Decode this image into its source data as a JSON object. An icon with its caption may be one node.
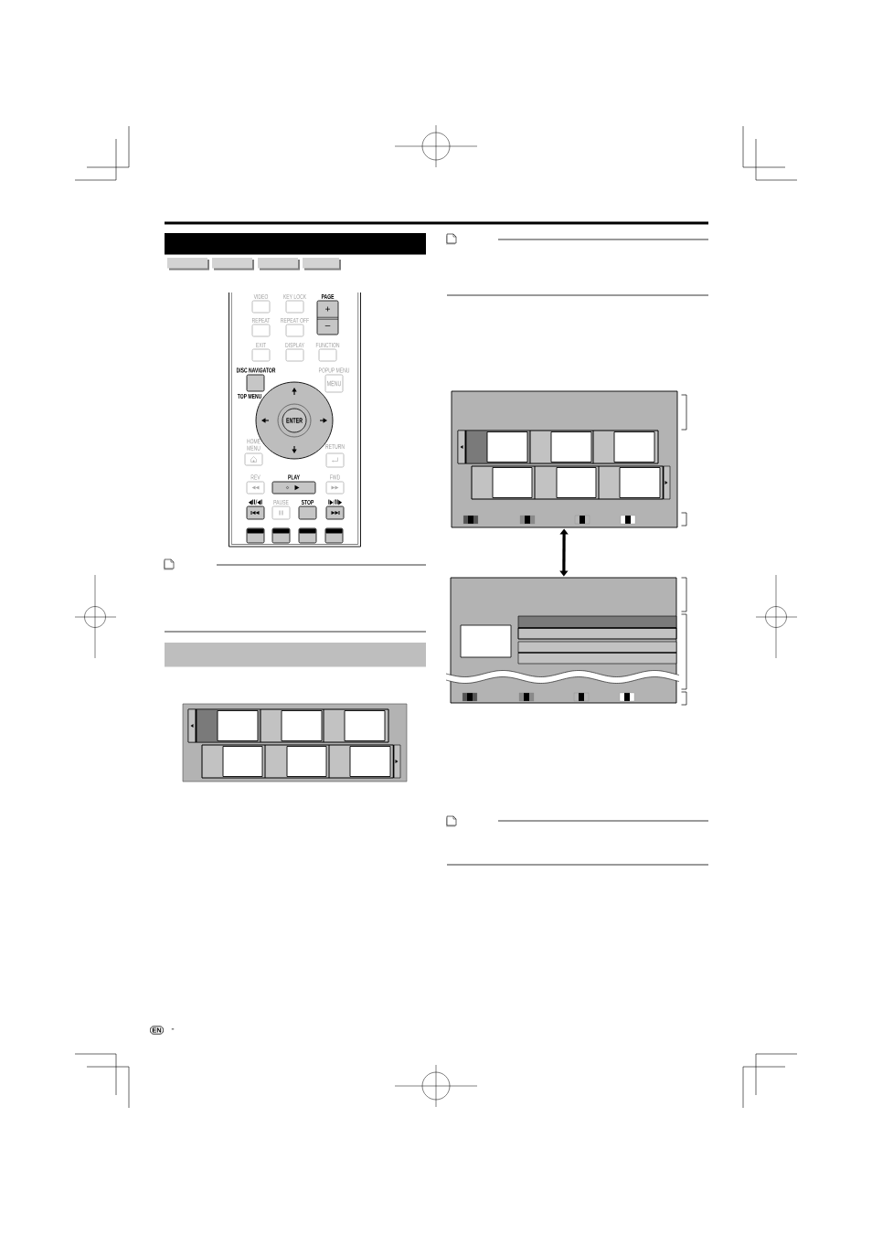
{
  "diagram": {
    "nodes": [
      {
        "text": [
          "VIDEO"
        ]
      },
      {
        "text": [
          "KEY LOCK"
        ]
      },
      {
        "text": [
          "PAGE",
          "+",
          "–"
        ]
      },
      {
        "text": [
          "REPEAT"
        ]
      },
      {
        "text": [
          "REPEAT OFF"
        ]
      },
      {
        "text": [
          "EXIT"
        ]
      },
      {
        "text": [
          "DISPLAY"
        ]
      },
      {
        "text": [
          "FUNCTION"
        ]
      },
      {
        "text": [
          "DISC NAVIGATOR",
          "TOP MENU"
        ]
      },
      {
        "text": [
          "POPUP MENU",
          "MENU"
        ]
      },
      {
        "text": [
          "ENTER"
        ]
      },
      {
        "text": [
          "HOME MENU"
        ]
      },
      {
        "text": [
          "RETURN"
        ]
      },
      {
        "text": [
          "REV"
        ]
      },
      {
        "text": [
          "PLAY"
        ]
      },
      {
        "text": [
          "FWD"
        ]
      },
      {
        "text": [
          "◀II/◀I"
        ]
      },
      {
        "text": [
          "PAUSE"
        ]
      },
      {
        "text": [
          "STOP"
        ]
      },
      {
        "text": [
          "I▶/II▶"
        ]
      },
      {
        "text": [],
        "shape": "box"
      },
      {
        "text": [],
        "shape": "box"
      },
      {
        "text": [],
        "shape": "box"
      },
      {
        "text": [],
        "shape": "box"
      },
      {
        "text": [],
        "shape": "bar"
      },
      {
        "text": [],
        "shape": "picture"
      },
      {
        "text": [],
        "shape": "picture"
      }
    ],
    "edges": [
      {
        "from": 25,
        "to": 26,
        "arrow": "both"
      }
    ],
    "labels": [
      "EN",
      "-"
    ]
  }
}
